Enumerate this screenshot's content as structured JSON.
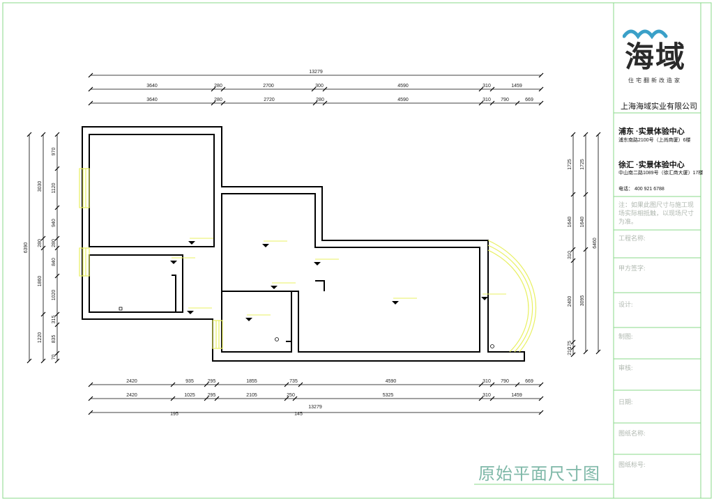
{
  "title_block": {
    "logo_text": "海域",
    "logo_sub": "住宅翻新改造家",
    "company": "上海海域实业有限公司",
    "center1_title": "浦东 ·实景体验中心",
    "center1_addr": "浦东南路2100号（上尚商厦）6楼",
    "center2_title": "徐汇 ·实景体验中心",
    "center2_addr": "中山南二路1089号（徐汇商大厦）17楼",
    "phone": "电话： 400 921 6788",
    "note": "注：如果此图尺寸与施工现场实际相抵触，以现场尺寸为准。",
    "fields": [
      "工程名称:",
      "甲方签字:",
      "设计:",
      "制图:",
      "审核:",
      "日期:",
      "图纸名称:",
      "图纸标号:"
    ]
  },
  "drawing_title": "原始平面尺寸图",
  "dimensions": {
    "top_total": "13279",
    "top_row1": [
      "3640",
      "280",
      "2700",
      "300",
      "4590",
      "310",
      "1459"
    ],
    "top_row2": [
      "3640",
      "280",
      "2720",
      "280",
      "4590",
      "310",
      "790",
      "669"
    ],
    "bottom_row1": [
      "2420",
      "935",
      "295",
      "1855",
      "735",
      "4590",
      "310",
      "790",
      "669"
    ],
    "bottom_row2": [
      "2420",
      "1025",
      "295",
      "2105",
      "250",
      "5325",
      "310",
      "1459"
    ],
    "bottom_row3": [
      "195",
      "145",
      "13279"
    ],
    "left_outer": "6390",
    "left_mid": [
      "3030",
      "280",
      "1860",
      "1220"
    ],
    "left_inner": [
      "970",
      "1120",
      "940",
      "280",
      "840",
      "1020",
      "315",
      "835",
      "70"
    ],
    "right_outer": "6460",
    "right_mid": [
      "1725",
      "1640",
      "3095"
    ],
    "right_inner": [
      "1725",
      "1640",
      "310",
      "2400",
      "175",
      "210"
    ]
  },
  "colors": {
    "border": "#8ad88a",
    "wall": "#000000",
    "window": "#e8f060",
    "tag": "#e8f060",
    "title": "#7fb8a8",
    "logo": "#2a2a2a",
    "logo_wave": "#3aa0c8"
  }
}
